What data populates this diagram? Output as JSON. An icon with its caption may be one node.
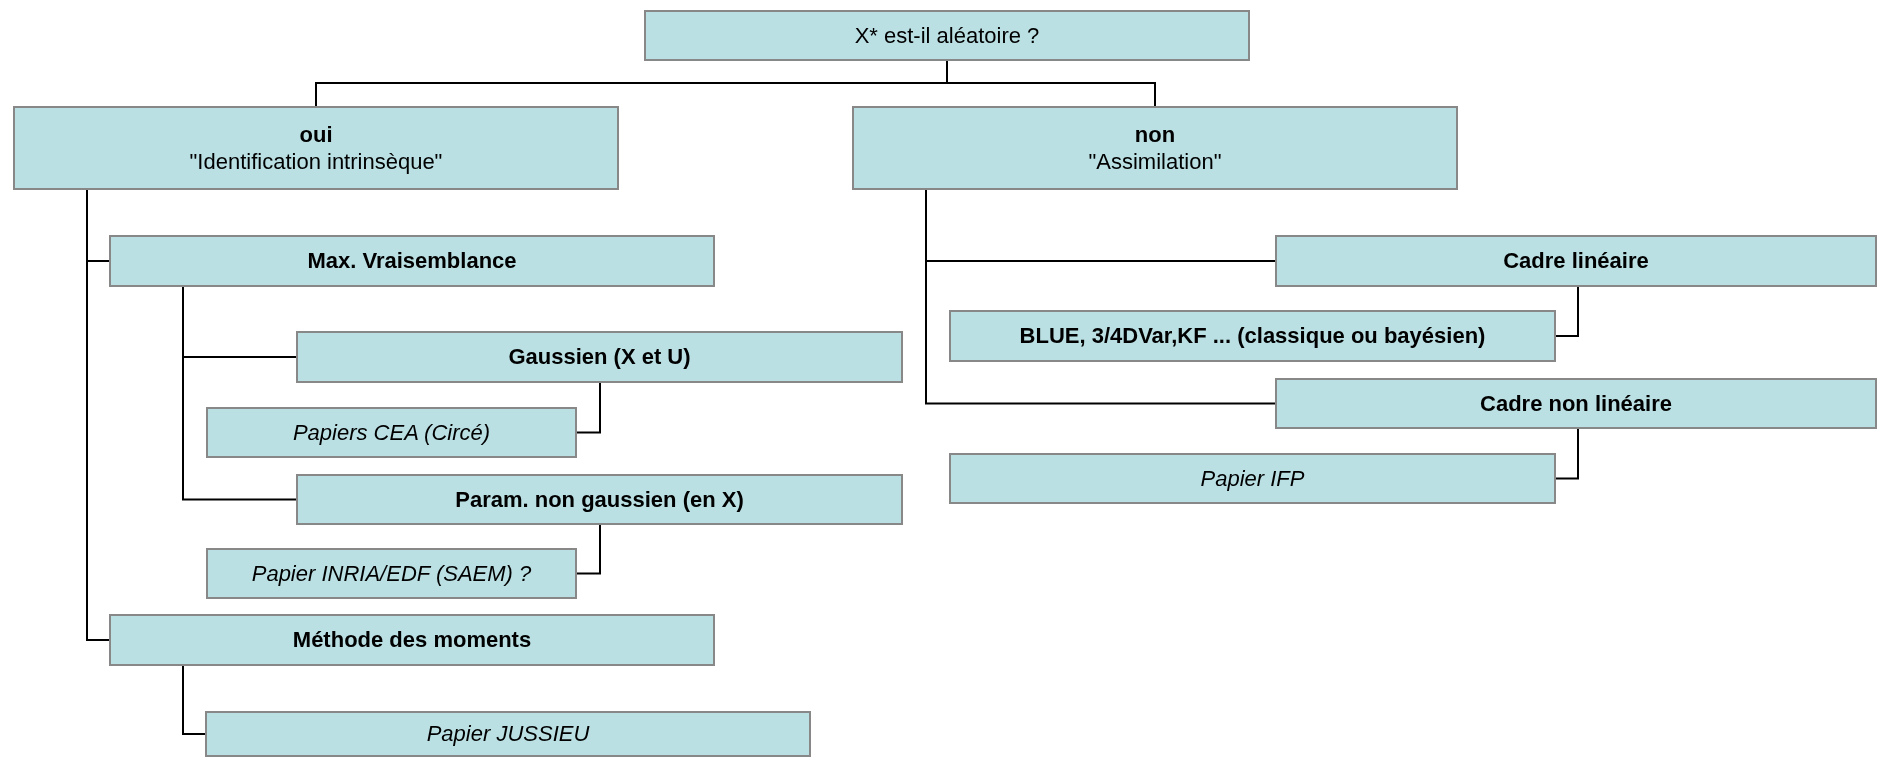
{
  "diagram": {
    "nodes": [
      {
        "text": [
          "X* est-il aléatoire ?"
        ]
      },
      {
        "text": [
          "oui",
          "\"Identification intrinsèque\""
        ]
      },
      {
        "text": [
          "Max. Vraisemblance"
        ]
      },
      {
        "text": [
          "Gaussien (X et U)"
        ]
      },
      {
        "text": [
          "Papiers CEA (Circé)"
        ]
      },
      {
        "text": [
          "Param. non gaussien (en X)"
        ]
      },
      {
        "text": [
          "Papier INRIA/EDF (SAEM) ?"
        ]
      },
      {
        "text": [
          "Méthode des moments"
        ]
      },
      {
        "text": [
          "Papier JUSSIEU"
        ]
      },
      {
        "text": [
          "non",
          "\"Assimilation\""
        ]
      },
      {
        "text": [
          "Cadre linéaire"
        ]
      },
      {
        "text": [
          "BLUE, 3/4DVar,KF ... (classique ou bayésien)"
        ]
      },
      {
        "text": [
          "Cadre non linéaire"
        ]
      },
      {
        "text": [
          "Papier IFP"
        ]
      }
    ],
    "edges": [
      {
        "from": 0,
        "to": 1,
        "arrow": "none"
      },
      {
        "from": 0,
        "to": 9,
        "arrow": "none"
      },
      {
        "from": 1,
        "to": 2,
        "arrow": "none"
      },
      {
        "from": 1,
        "to": 7,
        "arrow": "none"
      },
      {
        "from": 2,
        "to": 3,
        "arrow": "none"
      },
      {
        "from": 2,
        "to": 5,
        "arrow": "none"
      },
      {
        "from": 3,
        "to": 4,
        "arrow": "none"
      },
      {
        "from": 5,
        "to": 6,
        "arrow": "none"
      },
      {
        "from": 7,
        "to": 8,
        "arrow": "none"
      },
      {
        "from": 9,
        "to": 10,
        "arrow": "none"
      },
      {
        "from": 9,
        "to": 12,
        "arrow": "none"
      },
      {
        "from": 10,
        "to": 11,
        "arrow": "none"
      },
      {
        "from": 12,
        "to": 13,
        "arrow": "none"
      }
    ]
  }
}
